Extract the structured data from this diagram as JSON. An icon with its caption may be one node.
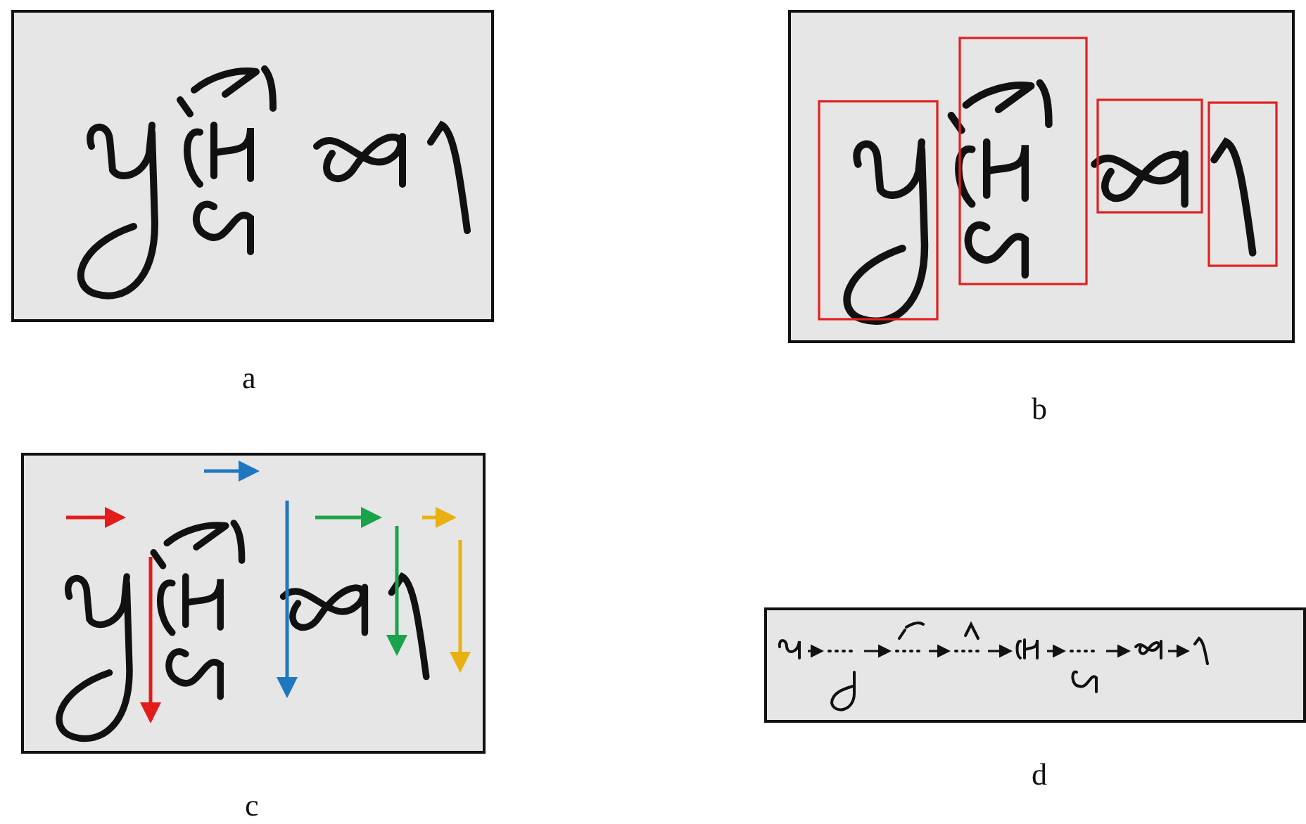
{
  "diagram": {
    "nodes": [
      {
        "text": [],
        "shape": "picture"
      },
      {
        "text": [],
        "shape": "picture"
      },
      {
        "text": [],
        "shape": "picture"
      },
      {
        "text": [],
        "shape": "picture"
      },
      {
        "text": [],
        "shape": "picture"
      },
      {
        "text": [],
        "shape": "picture"
      },
      {
        "text": [],
        "shape": "picture"
      },
      {
        "text": [],
        "shape": "picture"
      }
    ],
    "edges": [
      {
        "from": 0,
        "to": 1,
        "arrow": "to"
      },
      {
        "from": 1,
        "to": 2,
        "arrow": "to"
      },
      {
        "from": 2,
        "to": 3,
        "arrow": "to"
      },
      {
        "from": 3,
        "to": 4,
        "arrow": "to"
      },
      {
        "from": 4,
        "to": 5,
        "arrow": "to"
      },
      {
        "from": 5,
        "to": 6,
        "arrow": "to"
      },
      {
        "from": 6,
        "to": 7,
        "arrow": "to"
      }
    ],
    "labels": [
      "a",
      "b",
      "c",
      "d"
    ]
  }
}
